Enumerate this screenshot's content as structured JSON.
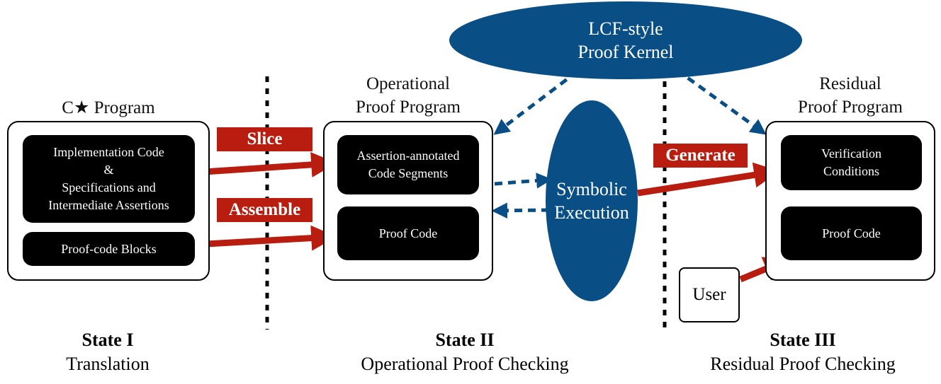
{
  "colors": {
    "red": "#b81d0f",
    "blue": "#094f86",
    "black": "#000000"
  },
  "kernel": {
    "label": "LCF-style\nProof Kernel"
  },
  "symbolic": {
    "label": "Symbolic\nExecution"
  },
  "stage1": {
    "title": "C★ Program",
    "blocks": [
      "Implementation Code\n&\nSpecifications and\nIntermediate Assertions",
      "Proof-code Blocks"
    ]
  },
  "stage2": {
    "title": "Operational\nProof Program",
    "blocks": [
      "Assertion-annotated\nCode Segments",
      "Proof Code"
    ]
  },
  "stage3": {
    "title": "Residual\nProof Program",
    "blocks": [
      "Verification\nConditions",
      "Proof Code"
    ]
  },
  "labels": {
    "slice": "Slice",
    "assemble": "Assemble",
    "generate": "Generate"
  },
  "user": {
    "label": "User"
  },
  "states": [
    {
      "num": "State I",
      "name": "Translation"
    },
    {
      "num": "State II",
      "name": "Operational Proof Checking"
    },
    {
      "num": "State III",
      "name": "Residual Proof Checking"
    }
  ]
}
